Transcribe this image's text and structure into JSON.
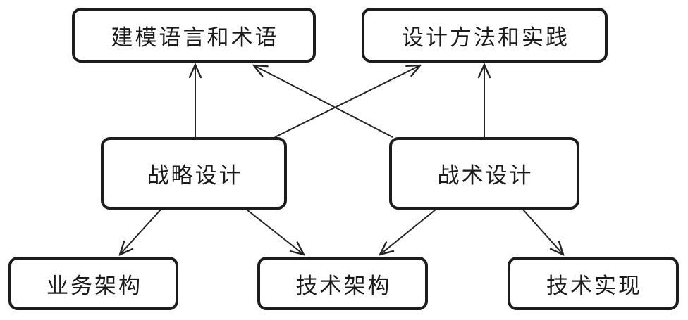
{
  "diagram": {
    "background_color": "#ffffff",
    "box_border_color": "#1c1c1c",
    "text_color": "#1a1a1a",
    "edge_color": "#232323",
    "nodes": [
      {
        "id": "modeling-language",
        "label": "建模语言和术语"
      },
      {
        "id": "design-methods",
        "label": "设计方法和实践"
      },
      {
        "id": "strategic-design",
        "label": "战略设计"
      },
      {
        "id": "tactical-design",
        "label": "战术设计"
      },
      {
        "id": "business-architecture",
        "label": "业务架构"
      },
      {
        "id": "technical-architecture",
        "label": "技术架构"
      },
      {
        "id": "technical-implementation",
        "label": "技术实现"
      }
    ],
    "edges": [
      {
        "from": "strategic-design",
        "to": "modeling-language"
      },
      {
        "from": "tactical-design",
        "to": "modeling-language"
      },
      {
        "from": "strategic-design",
        "to": "design-methods"
      },
      {
        "from": "tactical-design",
        "to": "design-methods"
      },
      {
        "from": "strategic-design",
        "to": "business-architecture"
      },
      {
        "from": "strategic-design",
        "to": "technical-architecture"
      },
      {
        "from": "tactical-design",
        "to": "technical-architecture"
      },
      {
        "from": "tactical-design",
        "to": "technical-implementation"
      }
    ]
  }
}
